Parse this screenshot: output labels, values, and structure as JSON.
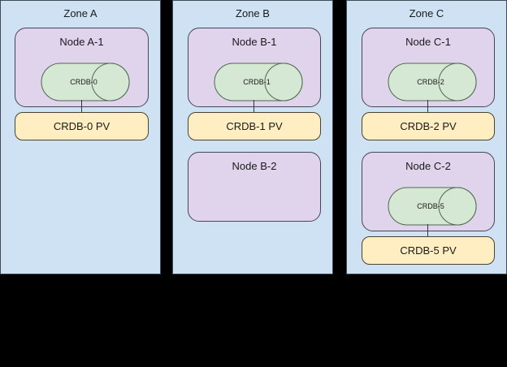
{
  "diagram": {
    "title_visible": false,
    "colors": {
      "zone_fill": "#cfe2f3",
      "zone_border": "#3f4a56",
      "node_fill": "#dfd4ec",
      "node_border": "#4a4458",
      "pv_fill": "#ffeec2",
      "pv_border": "#4a4330",
      "db_fill": "#d5e8d4",
      "db_border": "#50674f",
      "link": "#2f3640",
      "background": "#000000"
    },
    "zones": [
      {
        "label": "Zone A",
        "nodes": [
          {
            "label": "Node A-1",
            "database": "CRDB-0"
          }
        ],
        "volumes": [
          {
            "label": "CRDB-0 PV"
          }
        ]
      },
      {
        "label": "Zone B",
        "nodes": [
          {
            "label": "Node B-1",
            "database": "CRDB-1"
          },
          {
            "label": "Node B-2",
            "database": null
          }
        ],
        "volumes": [
          {
            "label": "CRDB-1 PV"
          }
        ]
      },
      {
        "label": "Zone C",
        "nodes": [
          {
            "label": "Node C-1",
            "database": "CRDB-2"
          },
          {
            "label": "Node C-2",
            "database": "CRDB-5"
          }
        ],
        "volumes": [
          {
            "label": "CRDB-2 PV"
          },
          {
            "label": "CRDB-5 PV"
          }
        ]
      }
    ]
  }
}
